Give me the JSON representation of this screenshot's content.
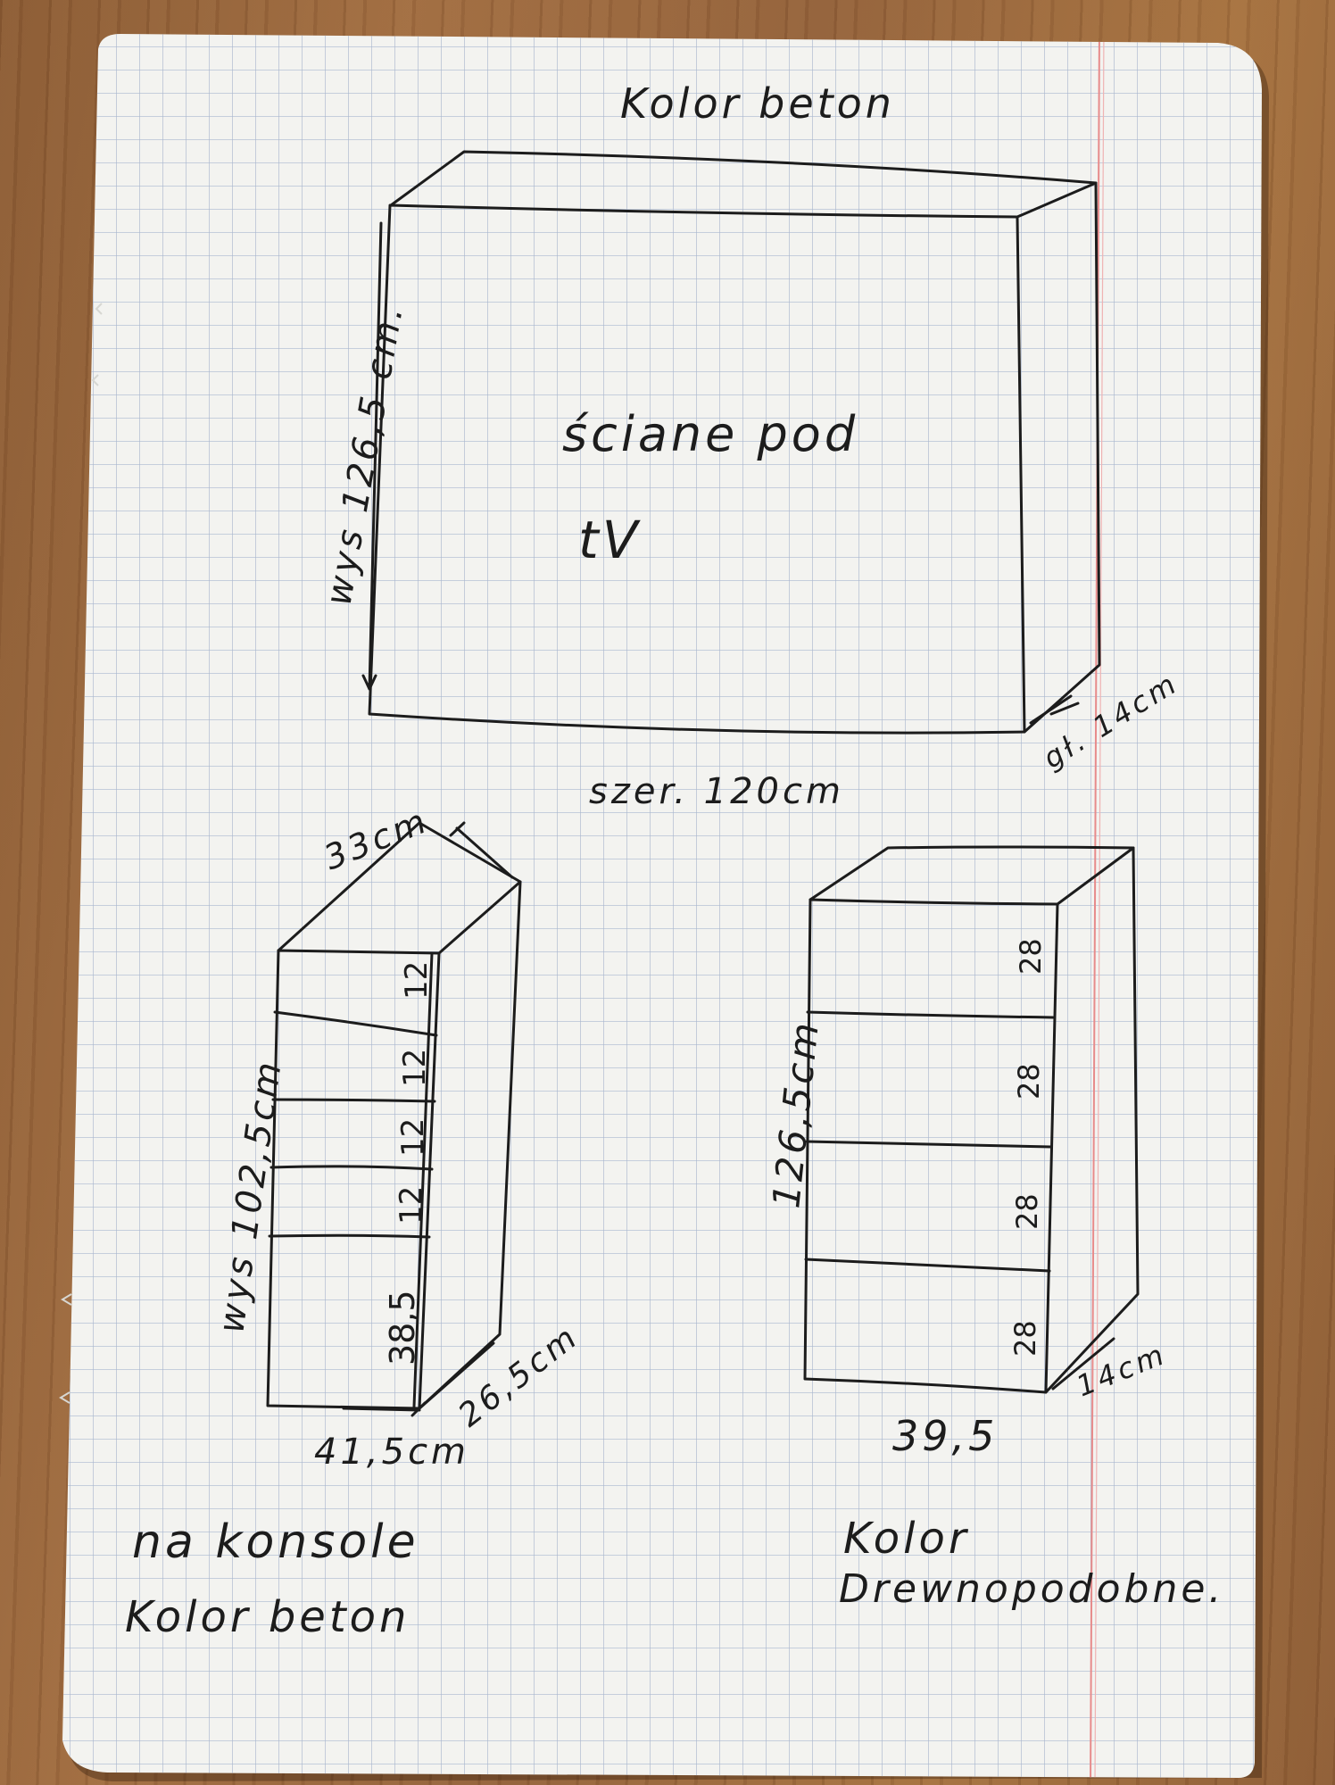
{
  "page": {
    "background": "#9a6a3e",
    "paper_color": "#f3f3f0",
    "grid_color": "#a9b7cf",
    "margin_line_color": "#e78b8b",
    "ink_color": "#1c1c1c"
  },
  "tv_wall": {
    "top_label": "Kolor beton",
    "center_label_1": "ściane pod",
    "center_label_2": "tV",
    "height_label": "wys 126,5 cm.",
    "width_label": "szer. 120cm",
    "depth_label": "gł. 14cm"
  },
  "console_cabinet": {
    "depth_top_label": "33cm",
    "height_label": "wys 102,5cm",
    "shelf_labels": [
      "12",
      "12",
      "12",
      "12",
      "38,5"
    ],
    "width_label": "41,5cm",
    "depth_bottom_label": "26,5cm",
    "caption_1": "na konsole",
    "caption_2": "Kolor beton"
  },
  "wood_cabinet": {
    "height_label": "126,5cm",
    "shelf_labels": [
      "28",
      "28",
      "28",
      "28"
    ],
    "width_label": "39,5",
    "depth_label": "14cm",
    "caption_1": "Kolor",
    "caption_2": "Drewnopodobne."
  }
}
